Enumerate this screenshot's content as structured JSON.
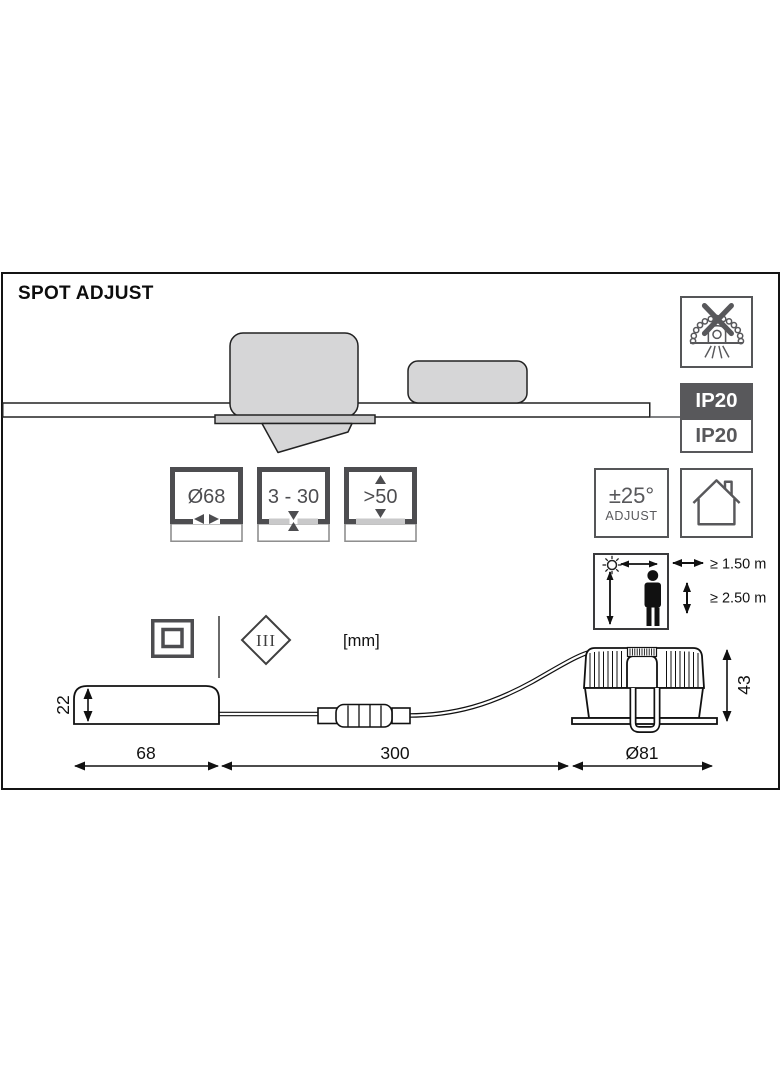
{
  "title": "SPOT ADJUST",
  "unit_note": "[mm]",
  "protection": {
    "recessed_rating": "IP20",
    "driver_rating": "IP20"
  },
  "install_boxes": [
    {
      "label": "Ø68"
    },
    {
      "label": "3 - 30"
    },
    {
      "label": ">50"
    }
  ],
  "tilt": {
    "value": "±25°",
    "caption": "ADJUST"
  },
  "mounting": {
    "min_side_distance": "≥ 1.50 m",
    "min_mount_height": "≥ 2.50 m"
  },
  "class3_label": "III",
  "dims": {
    "driver_height": "22",
    "driver_length": "68",
    "cable_length": "300",
    "spot_diameter": "Ø81",
    "recess_height": "43"
  },
  "colors": {
    "accent_dark": "#58585b",
    "line": "#1a1a1a",
    "fixture_fill": "#d6d6d7"
  }
}
